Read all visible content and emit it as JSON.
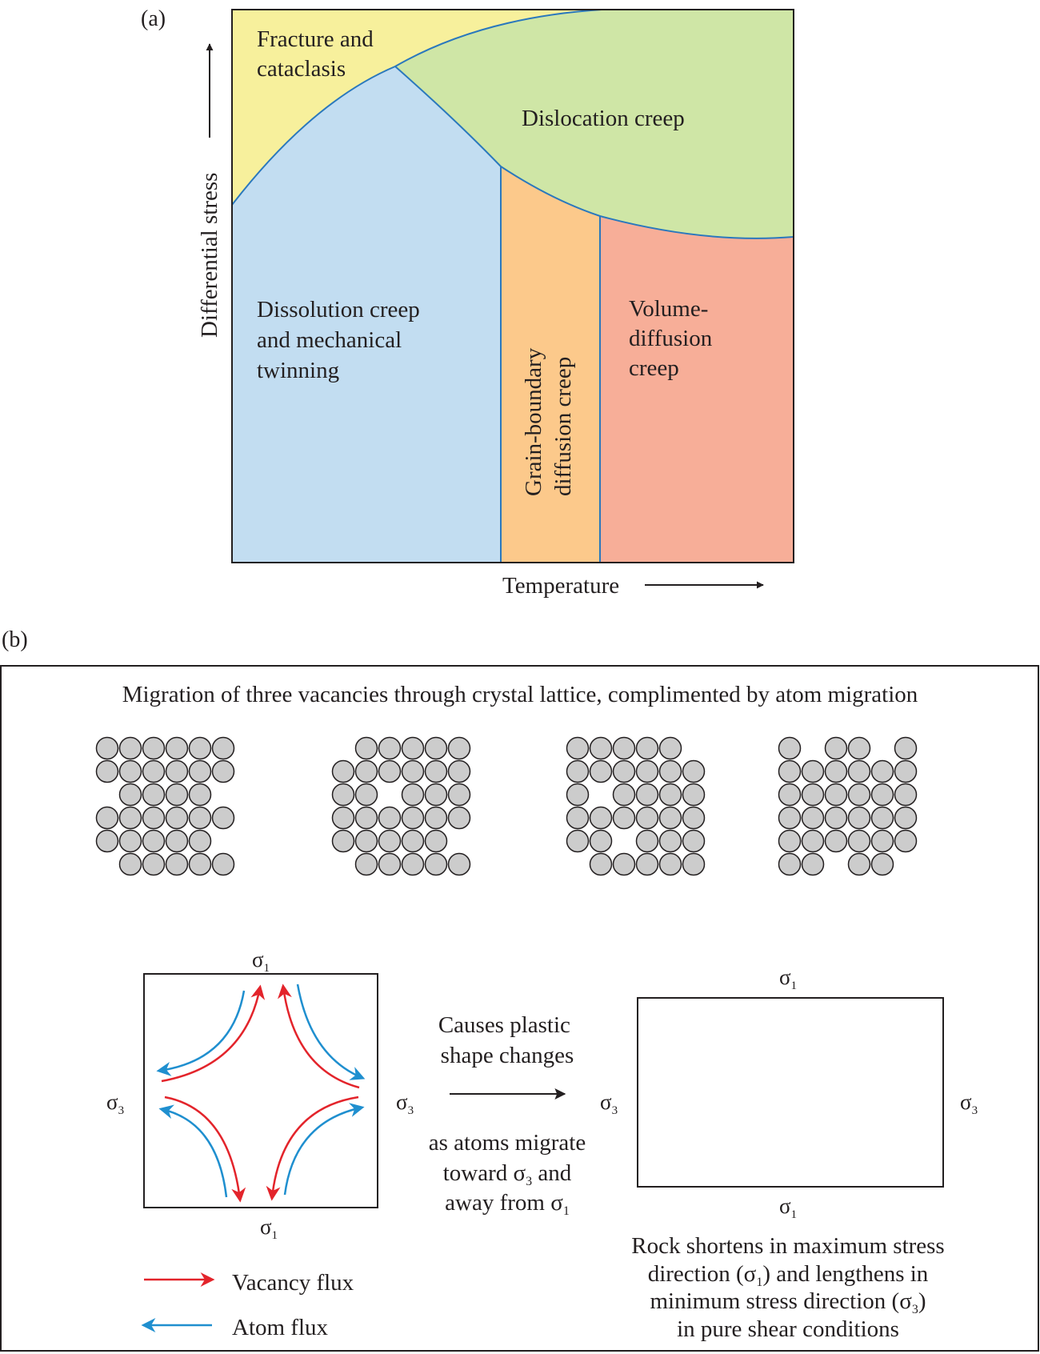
{
  "panel_a": {
    "label": "(a)",
    "y_axis": "Differential stress",
    "x_axis": "Temperature",
    "regions": {
      "fracture": [
        "Fracture and",
        "cataclasis"
      ],
      "dislocation": "Dislocation creep",
      "dissolution": [
        "Dissolution creep",
        "and mechanical",
        "twinning"
      ],
      "grain_boundary": [
        "Grain-boundary",
        "diffusion creep"
      ],
      "volume": [
        "Volume-",
        "diffusion",
        "creep"
      ]
    },
    "colors": {
      "fracture": "#f7f09c",
      "dislocation": "#cfe6a6",
      "dissolution": "#c2ddf1",
      "grain_boundary": "#fcc98b",
      "volume": "#f7ae98",
      "boundary_line": "#2a78bd"
    }
  },
  "panel_b": {
    "label": "(b)",
    "title": "Migration of three vacancies through crystal lattice, complimented by atom migration",
    "sigma": "σ",
    "sub1": "1",
    "sub3": "3",
    "middle_top": [
      "Causes plastic",
      "shape changes"
    ],
    "middle_bottom": {
      "line1": "as atoms migrate",
      "line2_pre": "toward σ",
      "line2_sub": "3",
      "line2_post": " and",
      "line3_pre": "away from σ",
      "line3_sub": "1"
    },
    "caption": {
      "line1": "Rock shortens in maximum stress",
      "line2_pre": "direction (σ",
      "line2_sub": "1",
      "line2_post": ") and lengthens in",
      "line3_pre": "minimum stress direction (σ",
      "line3_sub": "3",
      "line3_post": ")",
      "line4": "in pure shear conditions"
    },
    "legend": {
      "vacancy": "Vacancy flux",
      "atom": "Atom flux"
    },
    "colors": {
      "vacancy": "#e3242b",
      "atom": "#1f8fcf",
      "atom_fill": "#cccccc"
    }
  }
}
